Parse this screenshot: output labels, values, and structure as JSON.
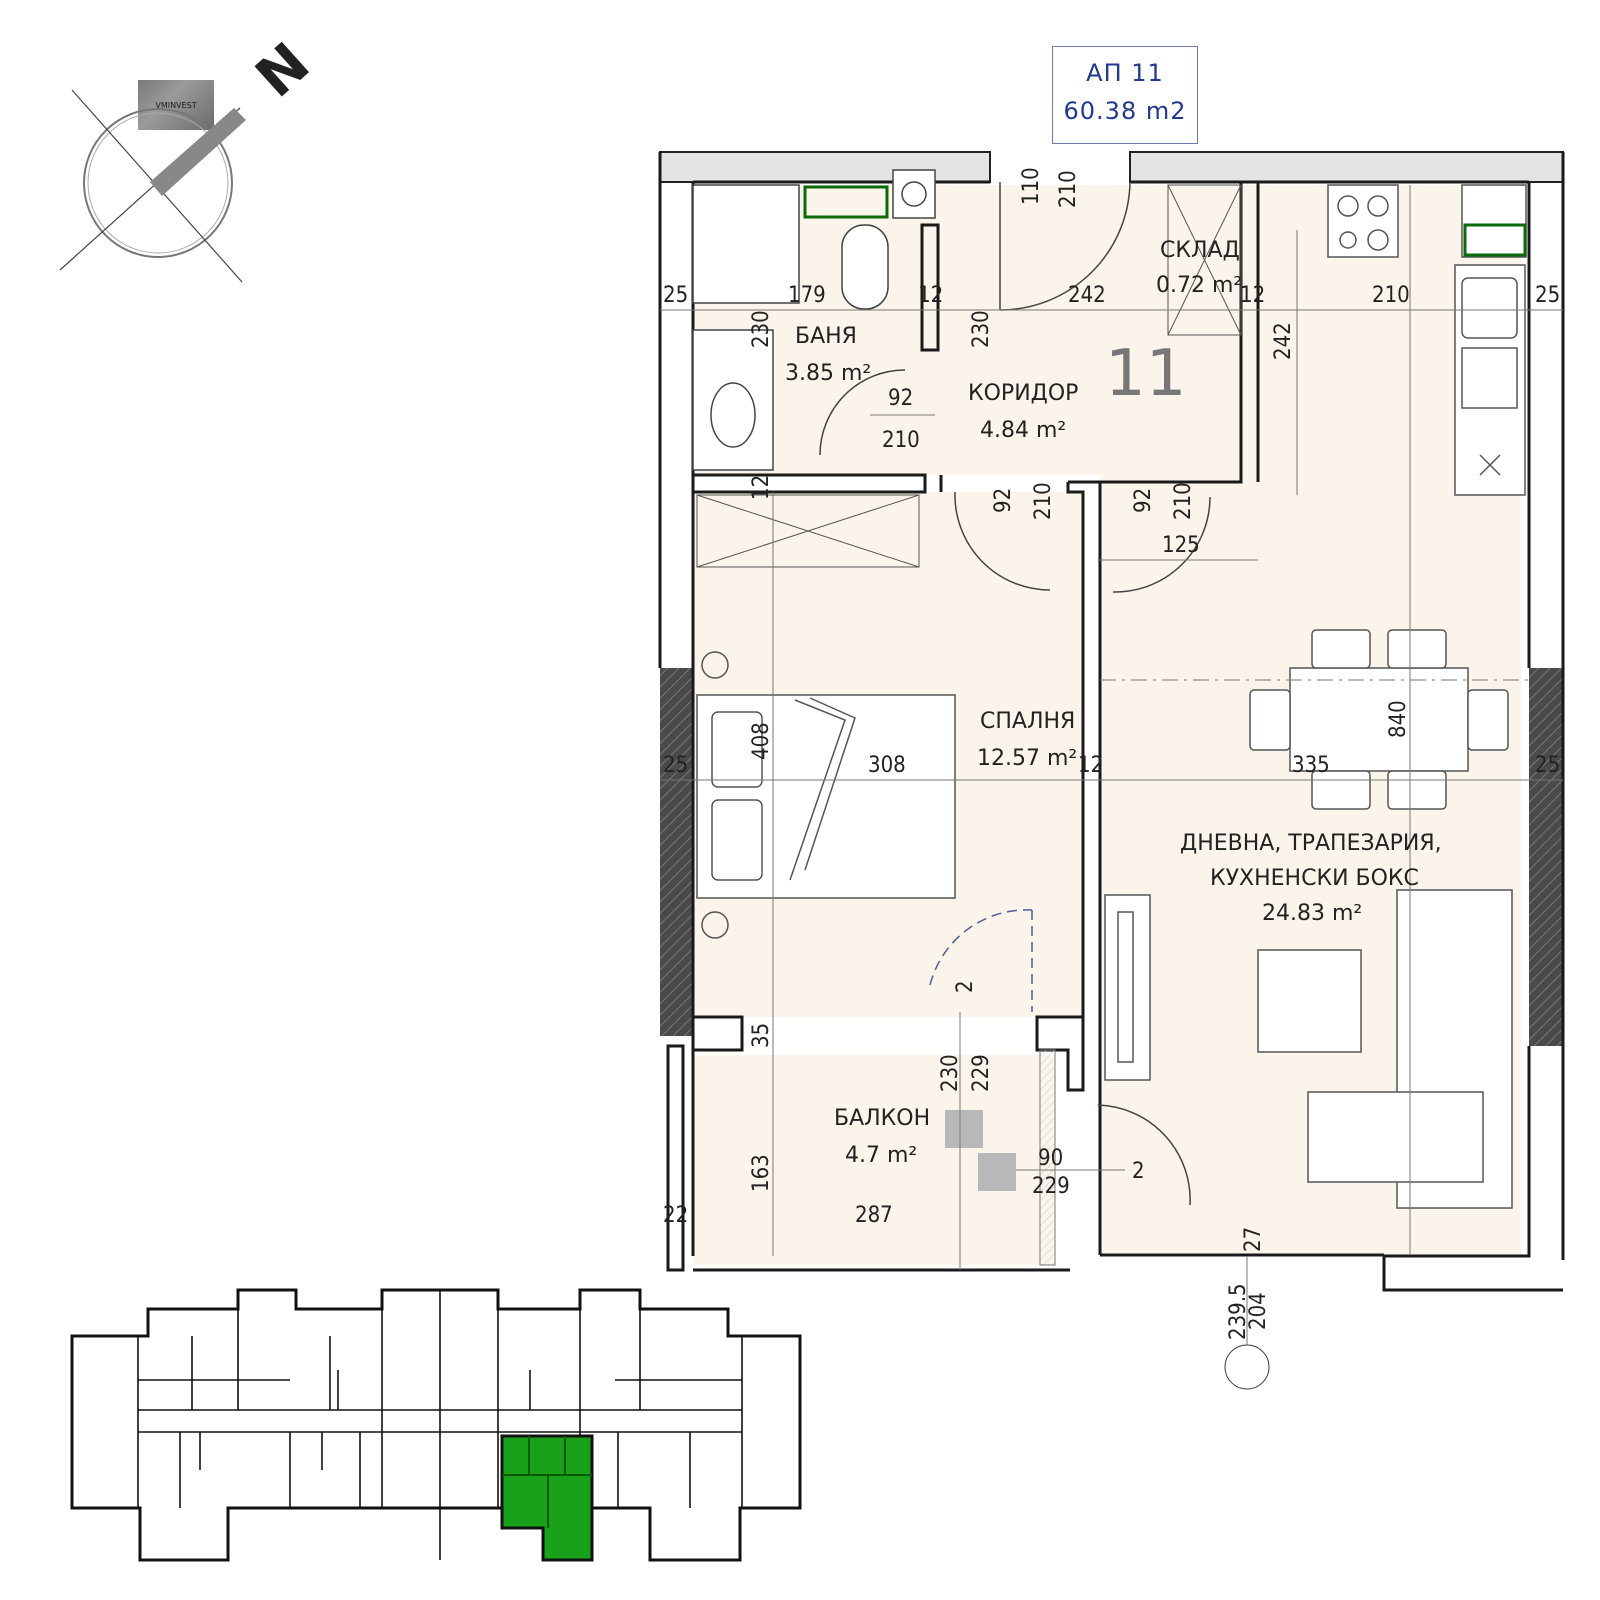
{
  "header": {
    "apartment_label": "АП 11",
    "apartment_area": "60.38  m2"
  },
  "brand": {
    "logo_text": "VMINVEST"
  },
  "compass": {
    "north_letter": "N"
  },
  "unit_number": "11",
  "rooms": {
    "bathroom": {
      "name": "БАНЯ",
      "area": "3.85  m²"
    },
    "corridor": {
      "name": "КОРИДОР",
      "area": "4.84  m²"
    },
    "storage": {
      "name": "СКЛАД",
      "area": "0.72  m²"
    },
    "bedroom": {
      "name": "СПАЛНЯ",
      "area": "12.57  m²"
    },
    "living_line1": "ДНЕВНА, ТРАПЕЗАРИЯ,",
    "living_line2": "КУХНЕНСКИ БОКС",
    "living_area": "24.83  m²",
    "balcony": {
      "name": "БАЛКОН",
      "area": "4.7  m²"
    }
  },
  "dimensions": {
    "d110": "110",
    "d210_top": "210",
    "d25_a": "25",
    "d179": "179",
    "d12_a": "12",
    "d242_h": "242",
    "d12_b": "12",
    "d210_kitchen": "210",
    "d25_b": "25",
    "d230_bath": "230",
    "d230_corr": "230",
    "d242_v": "242",
    "d92_bath": "92",
    "d210_bath": "210",
    "d12_c": "12",
    "d92_bed": "92",
    "d210_bed": "210",
    "d92_liv": "92",
    "d210_liv": "210",
    "d125": "125",
    "d25_c": "25",
    "d408": "408",
    "d308": "308",
    "d12_d": "12",
    "d335": "335",
    "d840": "840",
    "d25_d": "25",
    "d2_a": "2",
    "d35": "35",
    "d230_bal": "230",
    "d229_a": "229",
    "d163": "163",
    "d90": "90",
    "d229_b": "229",
    "d2_b": "2",
    "d22": "22",
    "d287": "287",
    "d27": "27",
    "d2395": "239.5",
    "d204": "204"
  },
  "colors": {
    "floor_fill": "#fbf4ea",
    "wall": "#1a1a1a",
    "highlight": "#1aa11a",
    "dim_line": "#555555",
    "title_border": "#6c7ab0",
    "title_text": "#203a8f"
  }
}
